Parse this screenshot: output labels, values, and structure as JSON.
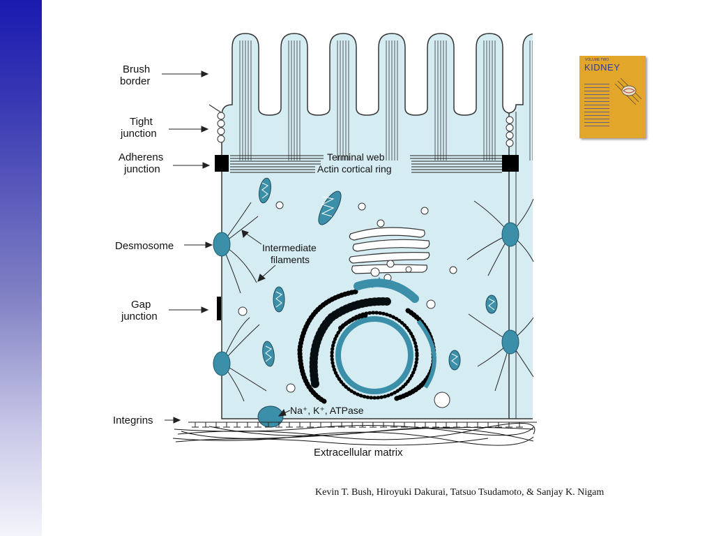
{
  "labels": {
    "brush_border": [
      "Brush",
      "border"
    ],
    "tight_junction": [
      "Tight",
      "junction"
    ],
    "adherens_junction": [
      "Adherens",
      "junction"
    ],
    "desmosome": "Desmosome",
    "gap_junction": [
      "Gap",
      "junction"
    ],
    "integrins": "Integrins",
    "terminal_web": "Terminal web",
    "actin_ring": "Actin cortical ring",
    "intermediate_filaments": [
      "Intermediate",
      "filaments"
    ],
    "atpase": "Na⁺, K⁺, ATPase",
    "ecm": "Extracellular matrix"
  },
  "book": {
    "volume": "VOLUME TWO",
    "title": "KIDNEY"
  },
  "credit": "Kevin T. Bush, Hiroyuki Dakurai, Tatsuo Tsudamoto, & Sanjay K. Nigam",
  "colors": {
    "cytoplasm": "#d6ecf3",
    "organelle": "#3c8fa8",
    "band": "#1a1ab0"
  }
}
